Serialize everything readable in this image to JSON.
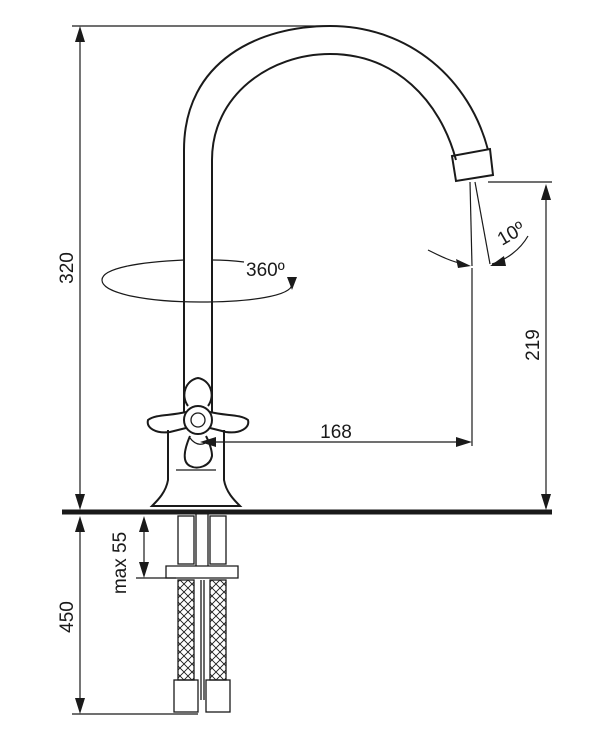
{
  "dimensions": {
    "total_height": "320",
    "rotation": "360º",
    "tilt_angle": "10º",
    "spout_height": "219",
    "spout_reach": "168",
    "max_depth": "max 55",
    "hose_length": "450"
  },
  "colors": {
    "line": "#1a1a1a",
    "background": "#ffffff"
  }
}
